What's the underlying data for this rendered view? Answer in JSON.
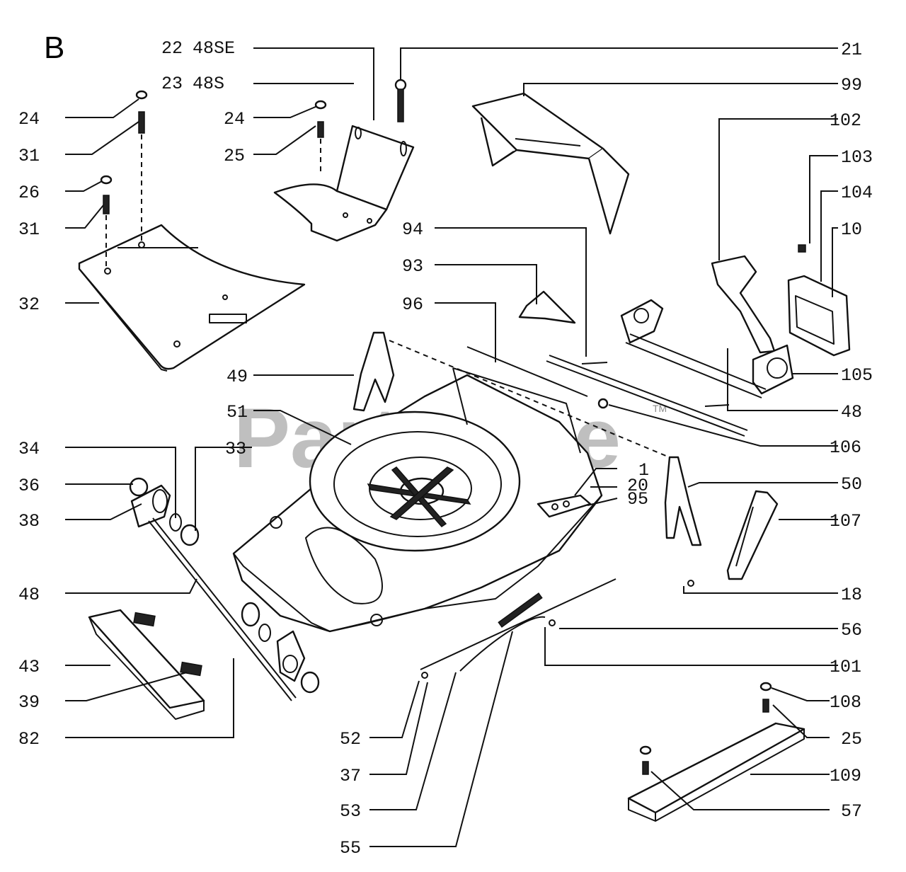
{
  "section_letter": "B",
  "watermark": "PartsTree",
  "watermark_mark": "TM",
  "callouts_left": [
    "24",
    "31",
    "26",
    "31",
    "32",
    "49",
    "51",
    "34",
    "33",
    "36",
    "38",
    "48",
    "43",
    "39",
    "82"
  ],
  "callouts_top": [
    "22",
    "48SE",
    "23",
    "48S",
    "24",
    "25"
  ],
  "callouts_right": [
    "21",
    "99",
    "102",
    "103",
    "104",
    "10",
    "94",
    "93",
    "96",
    "105",
    "48",
    "106",
    "1",
    "20",
    "95",
    "50",
    "107",
    "18",
    "56",
    "101",
    "108",
    "25",
    "109",
    "57"
  ],
  "callouts_bottom": [
    "52",
    "37",
    "53",
    "55"
  ]
}
